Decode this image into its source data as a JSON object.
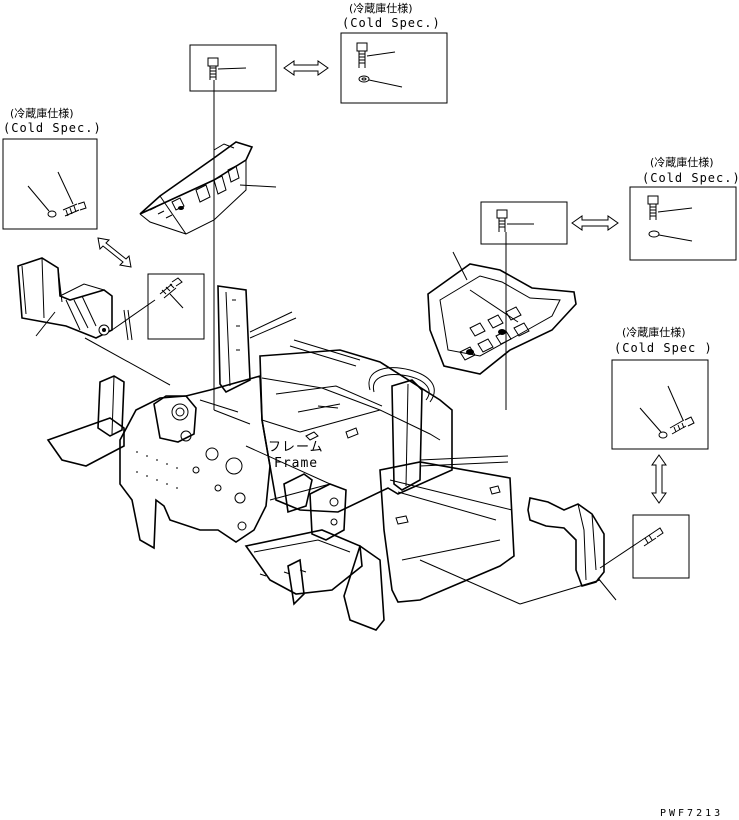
{
  "labels": {
    "cold_spec_jp": "(冷蔵庫仕様)",
    "cold_spec_en_dot": "(Cold Spec.)",
    "cold_spec_en_nodot": "(Cold Spec )",
    "frame_jp": "フレーム",
    "frame_en": "Frame",
    "drawing_code": "PWF7213"
  }
}
